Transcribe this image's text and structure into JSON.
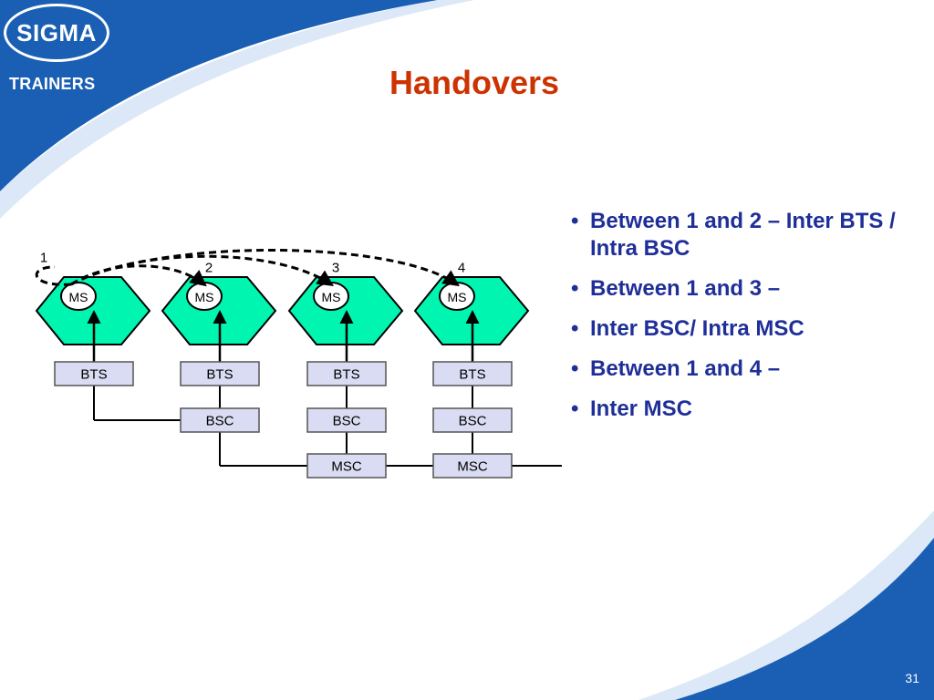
{
  "colors": {
    "accent": "#1a5fb4",
    "title": "#cc3300",
    "bullet_text": "#1f2f99",
    "cell_fill": "#00f5b0",
    "box_fill": "#d9dcf2"
  },
  "logo": {
    "name": "SIGMA",
    "sub": "TRAINERS"
  },
  "title": "Handovers",
  "diagram": {
    "cells": [
      {
        "num": "1",
        "ms": "MS",
        "bts": "BTS"
      },
      {
        "num": "2",
        "ms": "MS",
        "bts": "BTS",
        "bsc": "BSC"
      },
      {
        "num": "3",
        "ms": "MS",
        "bts": "BTS",
        "bsc": "BSC",
        "msc": "MSC"
      },
      {
        "num": "4",
        "ms": "MS",
        "bts": "BTS",
        "bsc": "BSC",
        "msc": "MSC"
      }
    ]
  },
  "bullets": [
    "Between 1 and 2 – Inter BTS / Intra BSC",
    "Between 1 and 3 –",
    "Inter BSC/ Intra MSC",
    "Between 1 and 4 –",
    "Inter MSC"
  ],
  "page_number": "31"
}
